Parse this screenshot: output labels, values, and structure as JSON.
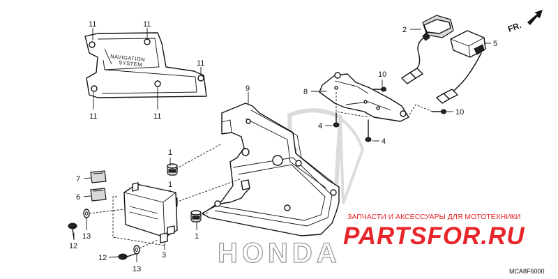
{
  "diagram": {
    "callouts": {
      "c1a": "1",
      "c1b": "1",
      "c1c": "1",
      "c2": "2",
      "c3": "3",
      "c4a": "4",
      "c4b": "4",
      "c5": "5",
      "c6": "6",
      "c7": "7",
      "c8": "8",
      "c9": "9",
      "c10a": "10",
      "c10b": "10",
      "c11a": "11",
      "c11b": "11",
      "c11c": "11",
      "c11d": "11",
      "c11e": "11",
      "c12a": "12",
      "c12b": "12",
      "c13a": "13",
      "c13b": "13"
    },
    "cover_text_line1": "NAVIGATION",
    "cover_text_line2": "SYSTEM",
    "direction_label": "FR.",
    "honda_logo_text": "HONDA",
    "watermark_caption": "ЗАПЧАСТИ И АКСЕССУАРЫ ДЛЯ МОТОТЕХНИКИ",
    "watermark_brand": "PARTSFOR.RU",
    "diagram_code": "MCA8F6000",
    "colors": {
      "line": "#111111",
      "watermark_red": "#e8252a",
      "watermark_grey": "#bdbdbd"
    }
  }
}
